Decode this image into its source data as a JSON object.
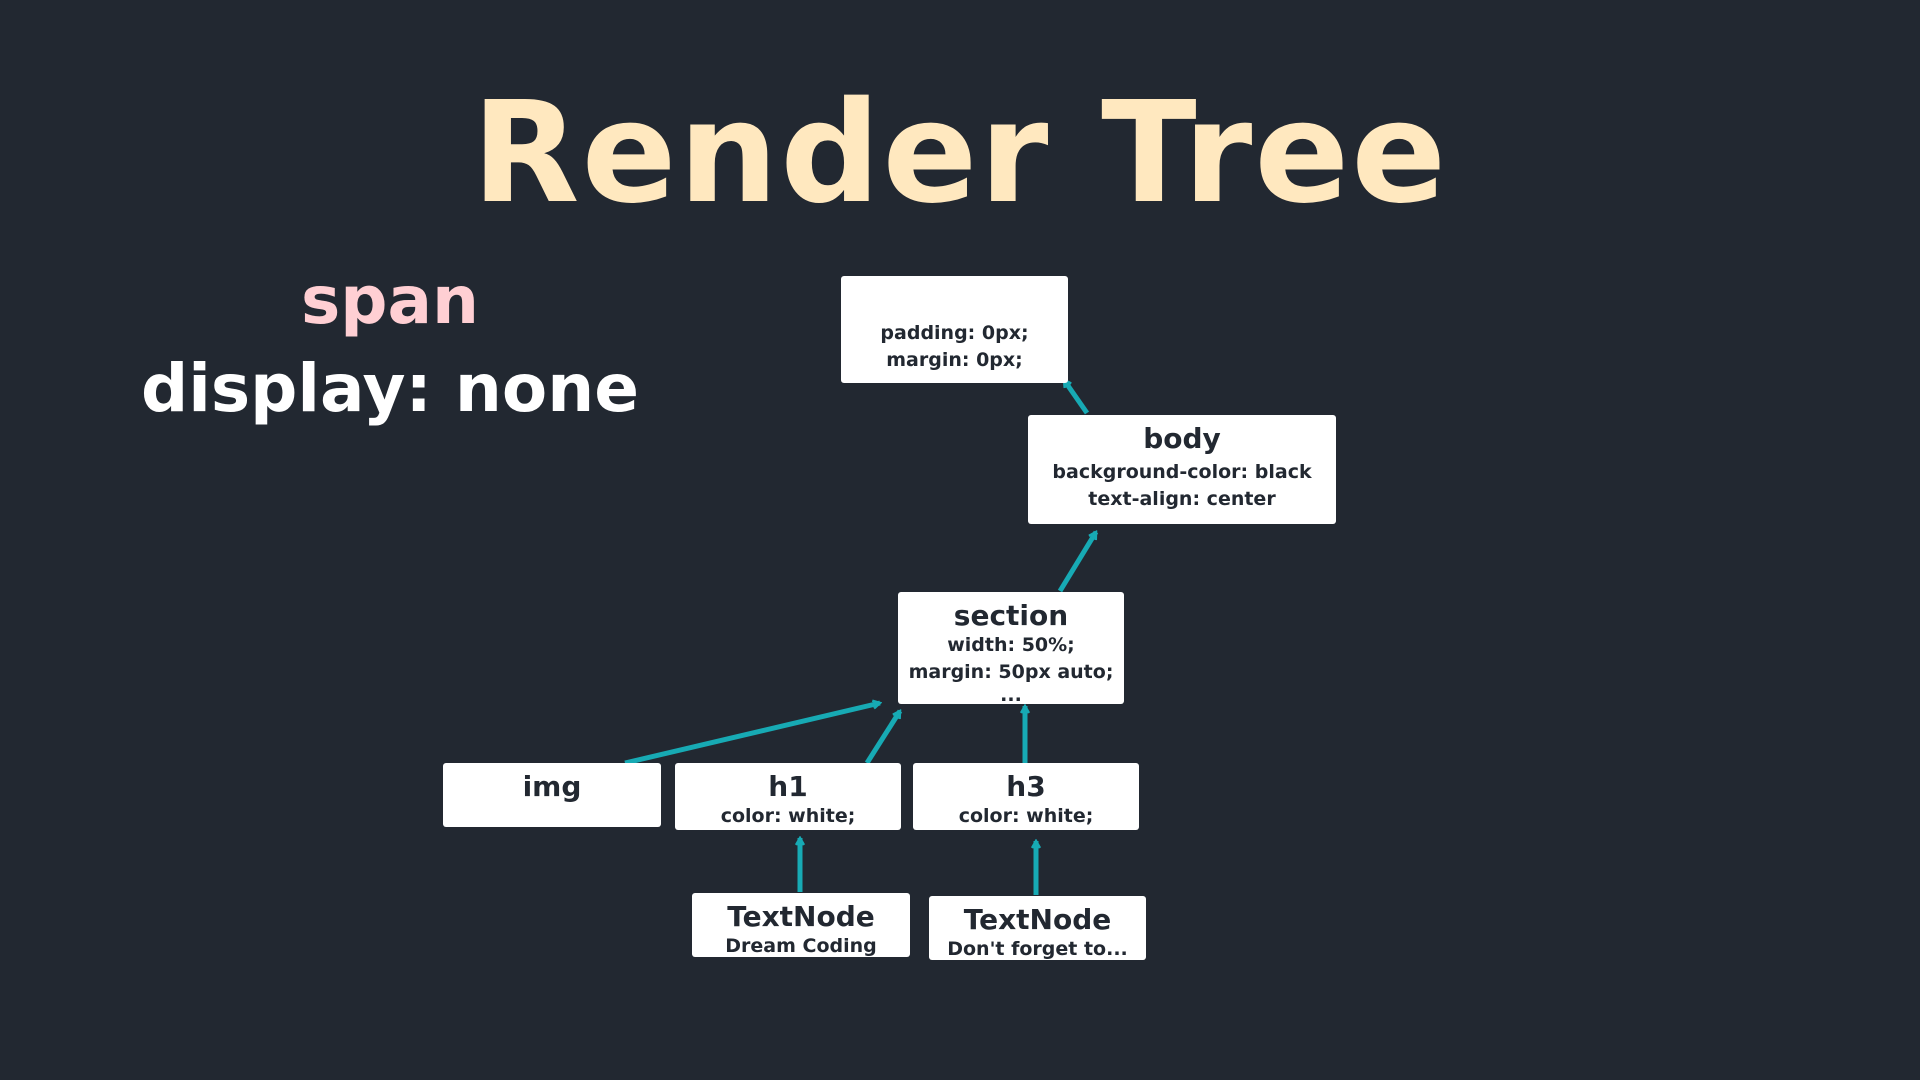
{
  "title": "Render Tree",
  "side_note": {
    "element": "span",
    "rule": "display: none"
  },
  "colors": {
    "background": "#222831",
    "title": "#ffe8bf",
    "element_label": "#ffcfd3",
    "rule_label": "#ffffff",
    "node_fill": "#ffffff",
    "node_text": "#222831",
    "arrow": "#17aab4"
  },
  "nodes": {
    "html": {
      "name": "",
      "props": [
        "padding: 0px;",
        "margin: 0px;"
      ]
    },
    "body": {
      "name": "body",
      "props": [
        "background-color: black",
        "text-align: center"
      ]
    },
    "section": {
      "name": "section",
      "props": [
        "width: 50%;",
        "margin: 50px auto;",
        "..."
      ]
    },
    "img": {
      "name": "img",
      "props": []
    },
    "h1": {
      "name": "h1",
      "props": [
        "color: white;"
      ]
    },
    "h3": {
      "name": "h3",
      "props": [
        "color: white;"
      ]
    },
    "text1": {
      "name": "TextNode",
      "props": [
        "Dream Coding"
      ]
    },
    "text2": {
      "name": "TextNode",
      "props": [
        "Don't forget to..."
      ]
    }
  },
  "edges": [
    {
      "from": "body",
      "to": "html"
    },
    {
      "from": "section",
      "to": "body"
    },
    {
      "from": "img",
      "to": "section"
    },
    {
      "from": "h1",
      "to": "section"
    },
    {
      "from": "h3",
      "to": "section"
    },
    {
      "from": "text1",
      "to": "h1"
    },
    {
      "from": "text2",
      "to": "h3"
    }
  ]
}
